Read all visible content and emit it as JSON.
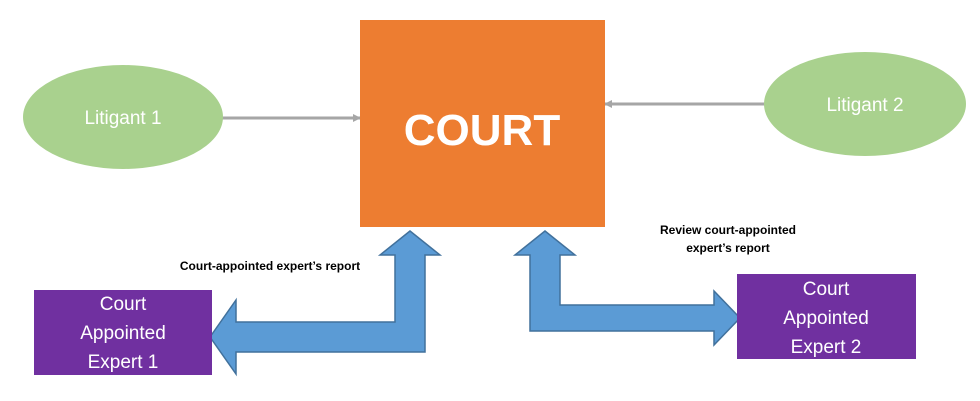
{
  "court": {
    "label": "COURT",
    "fill": "#ED7D31"
  },
  "litigants": [
    {
      "label": "Litigant 1",
      "fill": "#A9D18E"
    },
    {
      "label": "Litigant 2",
      "fill": "#A9D18E"
    }
  ],
  "experts": [
    {
      "lines": [
        "Court",
        "Appointed",
        "Expert 1"
      ],
      "fill": "#7030A0"
    },
    {
      "lines": [
        "Court",
        "Appointed",
        "Expert 2"
      ],
      "fill": "#7030A0"
    }
  ],
  "captions": {
    "left": [
      "Court-appointed expert’s report"
    ],
    "right": [
      "Review court-appointed",
      "expert’s report"
    ]
  },
  "colors": {
    "connector_arrow": "#A6A6A6",
    "block_arrow": "#5B9BD5",
    "block_arrow_outline": "#41719C",
    "node_text": "#FFFFFF",
    "caption_text": "#000000"
  }
}
